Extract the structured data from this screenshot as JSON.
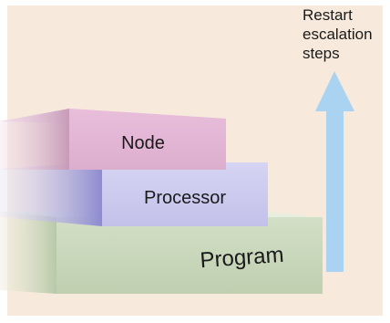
{
  "diagram": {
    "layers": [
      {
        "id": "program",
        "label": "Program"
      },
      {
        "id": "processor",
        "label": "Processor"
      },
      {
        "id": "node",
        "label": "Node"
      }
    ],
    "arrow": {
      "label_lines": [
        "Restart",
        "escalation",
        "steps"
      ]
    },
    "colors": {
      "background_panel": "#f7eadc",
      "program_front": "#c9d8bb",
      "processor_front": "#cdcbee",
      "node_front": "#e2b5d5",
      "arrow": "#a9d3f0"
    }
  }
}
